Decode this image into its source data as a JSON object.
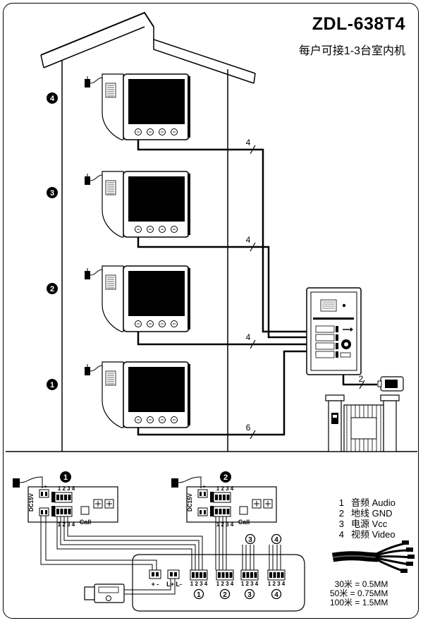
{
  "header": {
    "model": "ZDL-638T4",
    "subtitle": "每户可接1-3台室内机"
  },
  "floors": [
    {
      "label": "4",
      "wire_count": "4"
    },
    {
      "label": "3",
      "wire_count": "4"
    },
    {
      "label": "2",
      "wire_count": "4"
    },
    {
      "label": "1",
      "wire_count": "6"
    }
  ],
  "camera_wire_count": "2",
  "monitor_units": [
    {
      "label": "1",
      "power": "DC15V",
      "power_pins": "- +",
      "pins_top": "1 2 3 4",
      "pins_bottom": "1 2 3 4",
      "call": "Call"
    },
    {
      "label": "2",
      "power": "DC15V",
      "power_pins": "- +",
      "pins_top": "1 2 3 4",
      "pins_bottom": "1 2 3 4",
      "call": "Call"
    }
  ],
  "distribution_box": {
    "ports": [
      {
        "label": "1",
        "pins": "1 2 3 4"
      },
      {
        "label": "2",
        "pins": "1 2 3 4"
      },
      {
        "label": "3",
        "pins": "1 2 3 4"
      },
      {
        "label": "4",
        "pins": "1 2 3 4"
      }
    ],
    "power_in": "+ -",
    "lock_out": "L+ L-"
  },
  "legend": [
    {
      "num": "1",
      "text": "音频 Audio"
    },
    {
      "num": "2",
      "text": "地线 GND"
    },
    {
      "num": "3",
      "text": "电源 Vcc"
    },
    {
      "num": "4",
      "text": "视频 Video"
    }
  ],
  "cable_specs": [
    "30米 = 0.5MM",
    "50米 = 0.75MM",
    "100米 = 1.5MM"
  ]
}
